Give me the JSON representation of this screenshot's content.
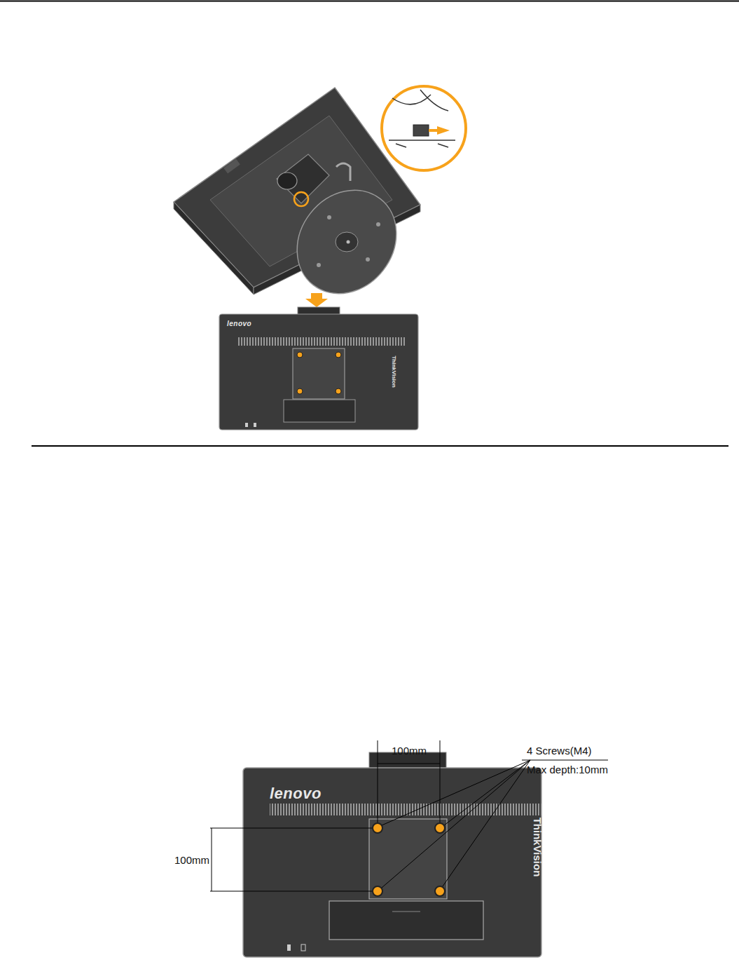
{
  "diagram": {
    "labels": [
      "lenovo",
      "ThinkVision",
      "100mm",
      "4 Screws(M4)",
      "Max depth:10mm",
      "lenovo",
      "100mm",
      "ThinkVision"
    ]
  }
}
